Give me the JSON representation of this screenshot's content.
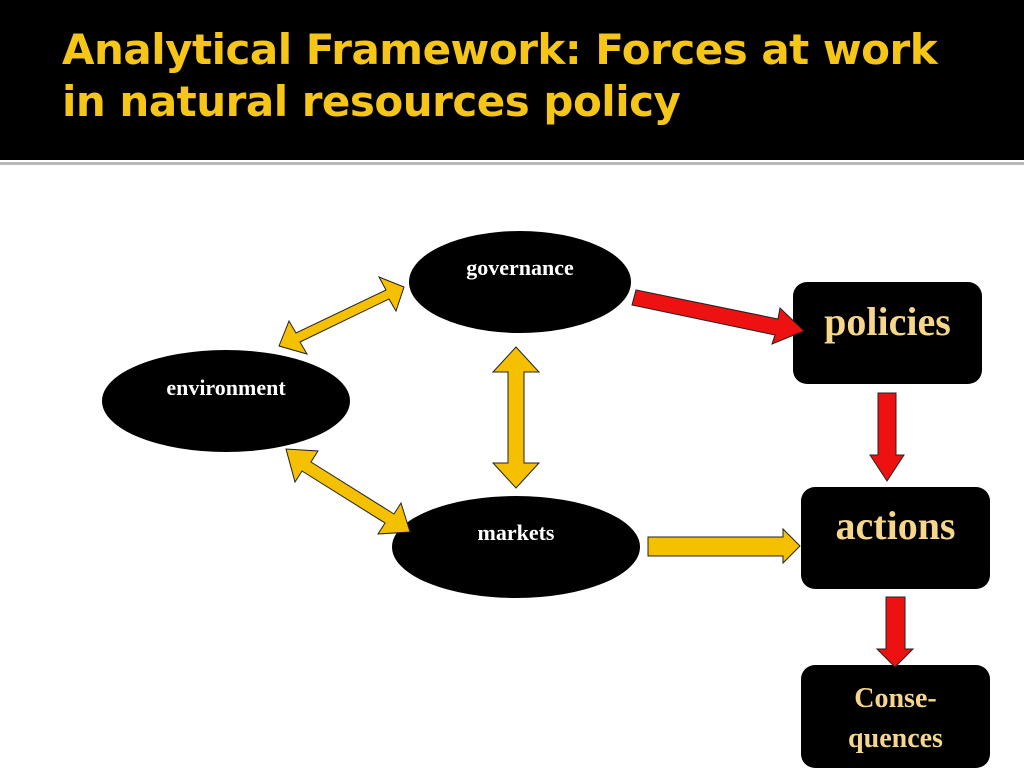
{
  "title": {
    "text": "Analytical Framework: Forces at work in natural resources policy"
  },
  "nodes": {
    "governance": "governance",
    "environment": "environment",
    "markets": "markets",
    "policies": "policies",
    "actions": "actions",
    "consequences_line1": "Conse-",
    "consequences_line2": "quences"
  },
  "colors": {
    "title_text": "#f5c518",
    "node_fill": "#000000",
    "ellipse_text": "#ffffff",
    "box_text": "#f5d68a",
    "arrow_yellow": "#f5c000",
    "arrow_red": "#ee1111",
    "arrow_outline": "#222222"
  },
  "edges": [
    {
      "from": "environment",
      "to": "governance",
      "style": "yellow-double"
    },
    {
      "from": "environment",
      "to": "markets",
      "style": "yellow-double"
    },
    {
      "from": "governance",
      "to": "markets",
      "style": "yellow-double"
    },
    {
      "from": "governance",
      "to": "policies",
      "style": "red-single"
    },
    {
      "from": "markets",
      "to": "actions",
      "style": "yellow-single"
    },
    {
      "from": "policies",
      "to": "actions",
      "style": "red-single"
    },
    {
      "from": "actions",
      "to": "consequences",
      "style": "red-single"
    }
  ]
}
